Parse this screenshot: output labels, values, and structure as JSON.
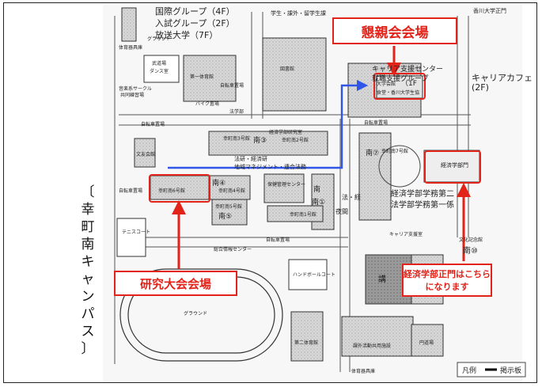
{
  "title_vertical": [
    "〔",
    "幸",
    "町",
    "南",
    "キ",
    "ャ",
    "ン",
    "パ",
    "ス",
    "〕"
  ],
  "callouts": {
    "konshinkai": "懇親会会場",
    "kenkyu": "研究大会会場",
    "seimon_line1": "経済学部正門はこちら",
    "seimon_line2": "になります"
  },
  "top_texts": {
    "kokusai": "国際グループ（4F）",
    "nyushi": "入試グループ（2F）",
    "hoso": "放送大学（7F）",
    "gakusei": "学生・課外・留学生課",
    "kagawa_seimon": "香川大学正門"
  },
  "right_texts": {
    "career_center": "キャリア支援センター",
    "career_group": "就職支援グループ",
    "career_cafe": "キャリアカフェ",
    "cafe_floor": "(2F)",
    "daigaku_kaikan": "大学会館",
    "shokudo": "食堂・香川大学生協",
    "floor_1f": "（1F",
    "keizai_gakumon": "経済学部門",
    "keizai_gakumu": "経済学部学務第二",
    "hogakubu_gakumu": "法学部学務第一係",
    "bunka_kinen": "文化記念館",
    "minami_10": "南⑩",
    "career_shien_shitsu": "キャリア支援室",
    "minami_7": "南⑦",
    "saiwai_7": "幸町南7号館",
    "kadai_kijiku": "講",
    "marudai": "円道場"
  },
  "map_labels": {
    "ground_top": "グラウンド",
    "taiikusha": "体育器具庫",
    "budojo": "武道場",
    "dance": "ダンス室",
    "ongaku": "音楽系サークル",
    "kyodo": "共同練習場",
    "daiichi_tai": "第一体育館",
    "bike": "バイク置場",
    "hogakubu": "法学部",
    "toshokan": "図書館",
    "jitensha1": "自転車置場",
    "jitensha2": "自転車置場",
    "jitensha3": "自転車置場",
    "jitensha4": "自転車置場",
    "jitensha5": "自転車置場",
    "bunyu": "文友会館",
    "keizai_kenkyu": "経済学部研究室",
    "saiwai3": "幸町南3号館",
    "saiwai2": "幸町南2号館",
    "minami3": "南③",
    "minami": "南",
    "hokei": "法研・経済研",
    "chiiki": "地域マネジメント・連合法務",
    "saiwai6": "幸町南6号館",
    "saiwai4": "幸町南4号館",
    "minami4": "南④",
    "saiwai5": "幸町南5号館",
    "minami5": "南⑤",
    "hoken": "保健管理センター",
    "minami1": "南①",
    "saiwai1": "幸町南1号館",
    "yakan": "夜間",
    "hokeishu": "法・経",
    "tennis": "テニスコート",
    "sogo": "総合情報センター",
    "handball": "ハンドボールコート",
    "ground": "グラウンド",
    "daini_tai": "第二体育館",
    "kagai": "課外活動共用施設",
    "taiiku_souko": "体育器具庫",
    "legend": "凡例",
    "legend_item": "掲示板"
  },
  "colors": {
    "accent": "#e2231a",
    "path": "#2f56e8"
  }
}
